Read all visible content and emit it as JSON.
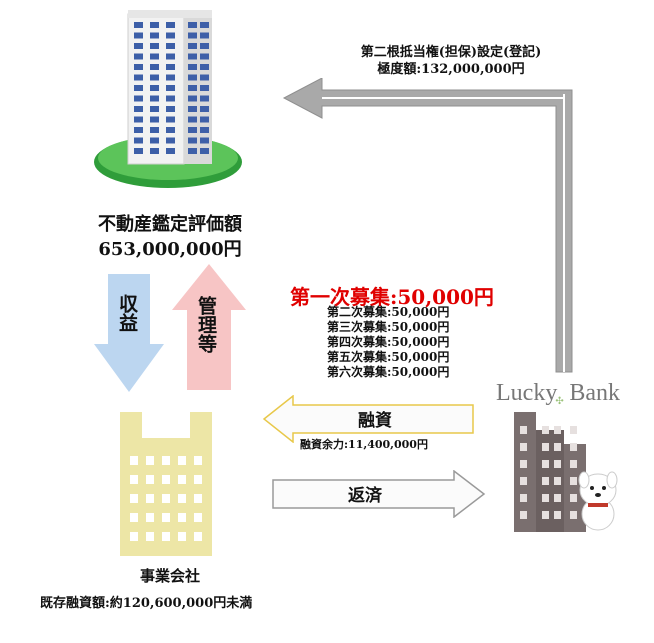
{
  "second_mortgage": {
    "line1": "第二根抵当権(担保)設定(登記)",
    "line2": "極度額:132,000,000円"
  },
  "property": {
    "title": "不動産鑑定評価額",
    "value": "653,000,000円"
  },
  "arrows": {
    "income": "収益",
    "management": "管理等",
    "financing": "融資",
    "financing_remaining": "融資余力:11,400,000円",
    "repayment": "返済"
  },
  "recruitment": {
    "first": "第一次募集:50,000円",
    "others": [
      "第二次募集:50,000円",
      "第三次募集:50,000円",
      "第四次募集:50,000円",
      "第五次募集:50,000円",
      "第六次募集:50,000円"
    ]
  },
  "bank": {
    "name_part1": "Lucky",
    "name_part2": "Bank"
  },
  "company": {
    "name": "事業会社",
    "existing_loan": "既存融資額:約120,600,000円未満"
  },
  "colors": {
    "accent_red": "#e00000",
    "income_arrow": "#bcd6f0",
    "management_arrow": "#f7c5c5",
    "financing_border": "#e8c84a",
    "company_building": "#ede6a6",
    "bank_building": "#7a6f6f"
  }
}
